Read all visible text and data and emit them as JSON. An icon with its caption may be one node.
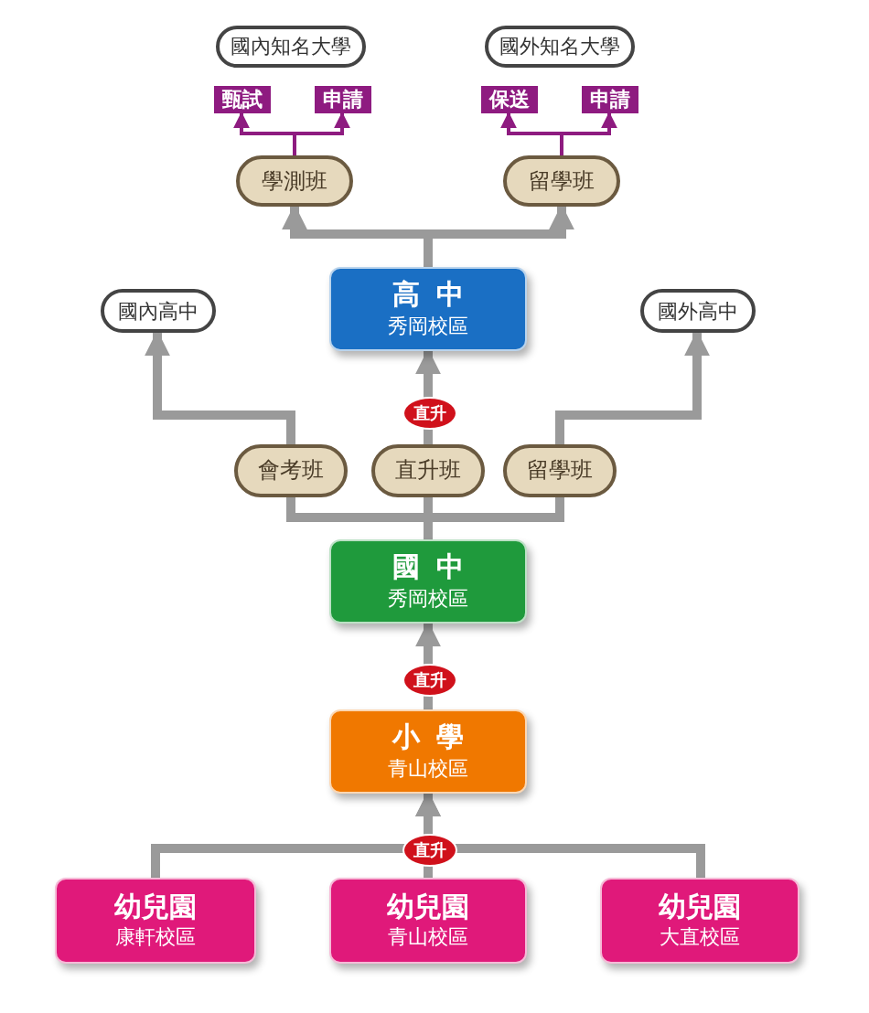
{
  "diagram": {
    "nodes": [
      {
        "text": [
          "國內知名大學"
        ]
      },
      {
        "text": [
          "國外知名大學"
        ]
      },
      {
        "text": [
          "甄試"
        ]
      },
      {
        "text": [
          "申請"
        ]
      },
      {
        "text": [
          "保送"
        ]
      },
      {
        "text": [
          "申請"
        ]
      },
      {
        "text": [
          "學測班"
        ]
      },
      {
        "text": [
          "留學班"
        ]
      },
      {
        "text": [
          "國內高中"
        ]
      },
      {
        "text": [
          "高中",
          "秀岡校區"
        ]
      },
      {
        "text": [
          "國外高中"
        ]
      },
      {
        "text": [
          "會考班"
        ]
      },
      {
        "text": [
          "直升班"
        ]
      },
      {
        "text": [
          "留學班"
        ]
      },
      {
        "text": [
          "國中",
          "秀岡校區"
        ]
      },
      {
        "text": [
          "小學",
          "青山校區"
        ]
      },
      {
        "text": [
          "幼兒園",
          "康軒校區"
        ]
      },
      {
        "text": [
          "幼兒園",
          "青山校區"
        ]
      },
      {
        "text": [
          "幼兒園",
          "大直校區"
        ]
      }
    ],
    "edges": [
      {
        "from": 6,
        "to": 2,
        "arrow": "to",
        "color": "#8e1b80"
      },
      {
        "from": 6,
        "to": 3,
        "arrow": "to",
        "color": "#8e1b80"
      },
      {
        "from": 7,
        "to": 4,
        "arrow": "to",
        "color": "#8e1b80"
      },
      {
        "from": 7,
        "to": 5,
        "arrow": "to",
        "color": "#8e1b80"
      },
      {
        "from": 9,
        "to": 6,
        "arrow": "to"
      },
      {
        "from": 9,
        "to": 7,
        "arrow": "to"
      },
      {
        "from": 11,
        "to": 8,
        "arrow": "to"
      },
      {
        "from": 12,
        "to": 9,
        "arrow": "to",
        "label": "直升"
      },
      {
        "from": 13,
        "to": 10,
        "arrow": "to"
      },
      {
        "from": 14,
        "to": 11,
        "arrow": "none"
      },
      {
        "from": 14,
        "to": 12,
        "arrow": "none"
      },
      {
        "from": 14,
        "to": 13,
        "arrow": "none"
      },
      {
        "from": 15,
        "to": 14,
        "arrow": "to",
        "label": "直升"
      },
      {
        "from": 16,
        "to": 15,
        "arrow": "to"
      },
      {
        "from": 17,
        "to": 15,
        "arrow": "to",
        "label": "直升"
      },
      {
        "from": 18,
        "to": 15,
        "arrow": "to"
      }
    ]
  }
}
